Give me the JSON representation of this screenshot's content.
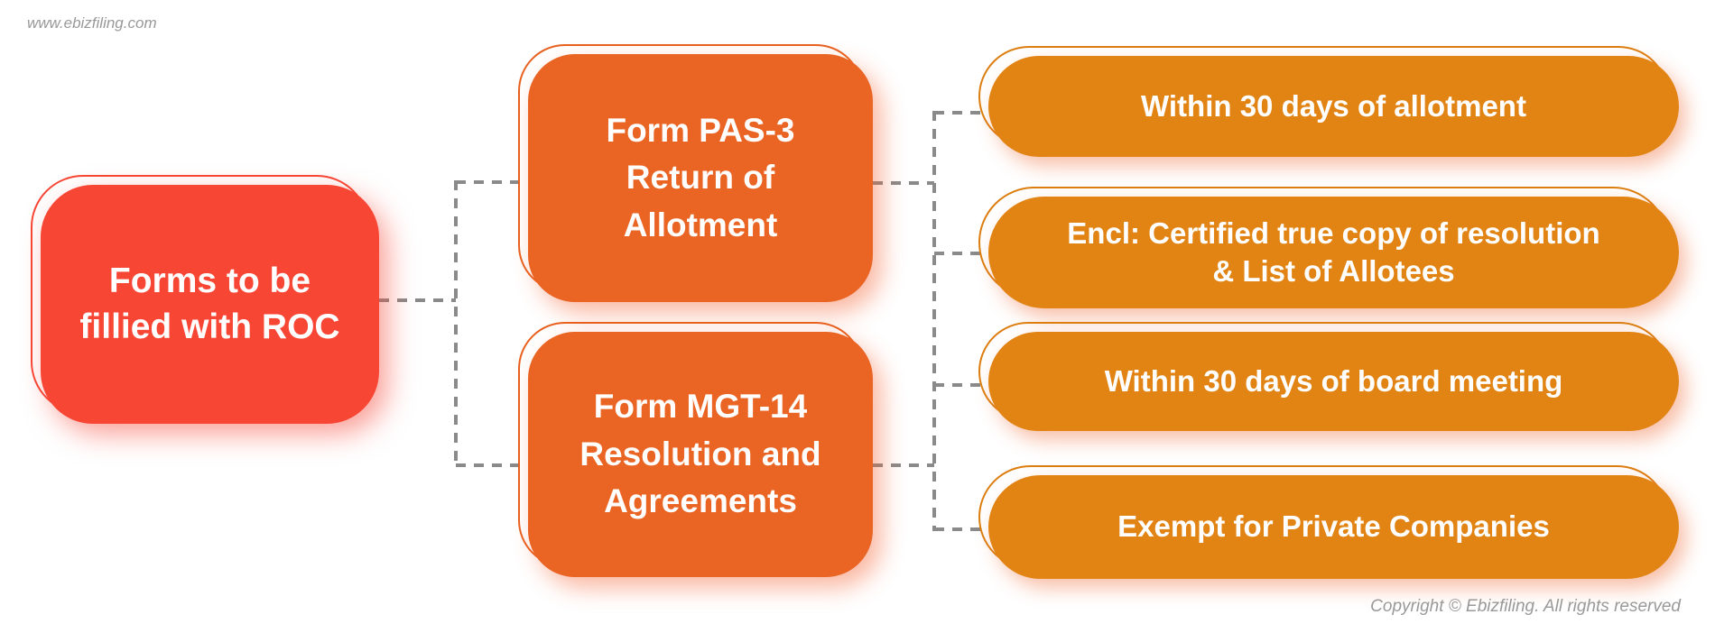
{
  "page": {
    "watermark": "www.ebizfiling.com",
    "copyright": "Copyright © Ebizfiling. All rights reserved"
  },
  "colors": {
    "root_fill": "#F84635",
    "root_ring": "#F84635",
    "branch_fill": "#EA6424",
    "branch_ring": "#E8611F",
    "leaf_fill": "#E28414",
    "leaf_ring": "#DC7E10",
    "connector": "#8A8A8A",
    "label_text": "#FFFFFF",
    "meta_text": "#999999"
  },
  "diagram": {
    "root": {
      "label": "Forms to be\nfillied with ROC"
    },
    "branches": [
      {
        "label": "Form PAS-3\nReturn of\nAllotment",
        "leaves": [
          {
            "label": "Within 30 days of allotment"
          },
          {
            "label": "Encl: Certified true copy of resolution\n& List of Allotees"
          }
        ]
      },
      {
        "label": "Form MGT-14\nResolution and\nAgreements",
        "leaves": [
          {
            "label": "Within 30 days of board meeting"
          },
          {
            "label": "Exempt for Private Companies"
          }
        ]
      }
    ]
  }
}
